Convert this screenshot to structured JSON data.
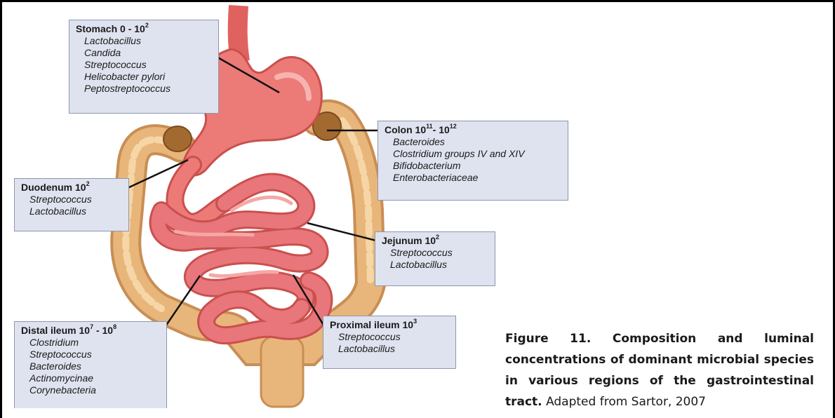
{
  "callouts": {
    "stomach": {
      "region": "Stomach",
      "range": "0 - 10",
      "exp": "2",
      "organisms": [
        "Lactobacillus",
        "Candida",
        "Streptococcus",
        "Helicobacter pylori",
        "Peptostreptococcus"
      ]
    },
    "colon": {
      "region": "Colon",
      "range": "10",
      "exp": "11",
      "range2": "- 10",
      "exp2": "12",
      "organisms": [
        "Bacteroides",
        "Clostridium groups IV and XIV",
        "Bifidobacterium",
        "Enterobacteriaceae"
      ]
    },
    "duodenum": {
      "region": "Duodenum",
      "range": "10",
      "exp": "2",
      "organisms": [
        "Streptococcus",
        "Lactobacillus"
      ]
    },
    "jejunum": {
      "region": "Jejunum",
      "range": "10",
      "exp": "2",
      "organisms": [
        "Streptococcus",
        "Lactobacillus"
      ]
    },
    "distal_ileum": {
      "region": "Distal ileum",
      "range": "10",
      "exp": "7",
      "range2": "- 10",
      "exp2": "8",
      "organisms": [
        "Clostridium",
        "Streptococcus",
        "Bacteroides",
        "Actinomycinae",
        "Corynebacteria"
      ]
    },
    "proximal_ileum": {
      "region": "Proximal ileum",
      "range": "10",
      "exp": "3",
      "organisms": [
        "Streptococcus",
        "Lactobacillus"
      ]
    }
  },
  "caption": {
    "bold": "Figure 11. Composition and luminal concentrations of dominant microbial species in various regions of the gastrointestinal tract.",
    "normal": "Adapted from Sartor, 2007"
  },
  "colors": {
    "colon": "#e8b67a",
    "colon_dark": "#b57c3f",
    "stomach": "#ec7a77",
    "intestine": "#e8767a",
    "intestine_light": "#f5a8a5",
    "callout_fill": "#dfe3ef",
    "callout_border": "#8e96ae"
  }
}
